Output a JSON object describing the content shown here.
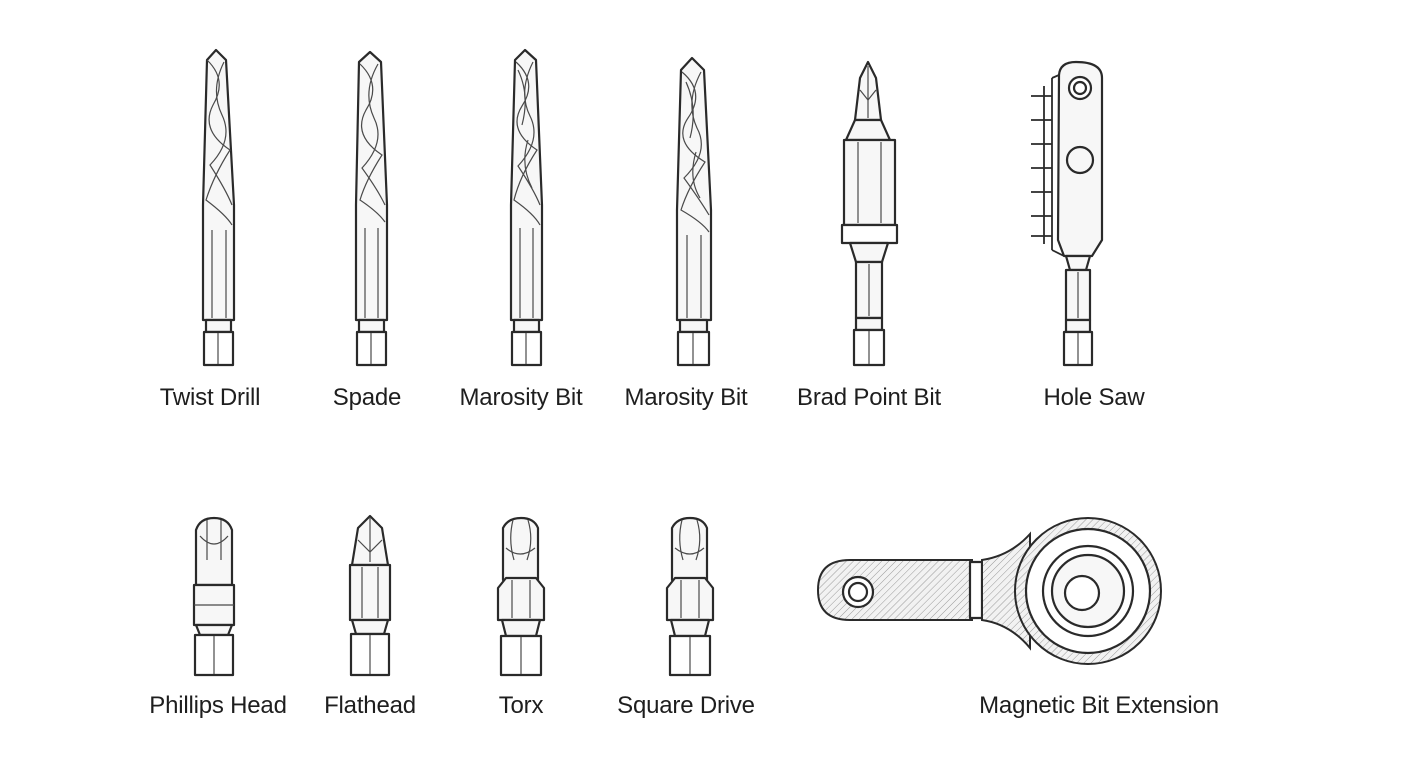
{
  "items": [
    {
      "id": "twist-drill",
      "label": "Twist Drill",
      "kind": "drill",
      "icon": "twist-drill-icon"
    },
    {
      "id": "spade",
      "label": "Spade",
      "kind": "drill",
      "icon": "spade-bit-icon"
    },
    {
      "id": "marosity-bit-1",
      "label": "Marosity Bit",
      "kind": "drill",
      "icon": "masonry-bit-icon"
    },
    {
      "id": "marosity-bit-2",
      "label": "Marosity Bit",
      "kind": "drill",
      "icon": "masonry-bit-icon"
    },
    {
      "id": "brad-point-bit",
      "label": "Brad Point Bit",
      "kind": "drill",
      "icon": "brad-point-bit-icon"
    },
    {
      "id": "hole-saw",
      "label": "Hole Saw",
      "kind": "drill",
      "icon": "hole-saw-icon"
    },
    {
      "id": "phillips-head",
      "label": "Phillips Head",
      "kind": "driver",
      "icon": "phillips-bit-icon"
    },
    {
      "id": "flathead",
      "label": "Flathead",
      "kind": "driver",
      "icon": "flathead-bit-icon"
    },
    {
      "id": "torx",
      "label": "Torx",
      "kind": "driver",
      "icon": "torx-bit-icon"
    },
    {
      "id": "square-drive",
      "label": "Square Drive",
      "kind": "driver",
      "icon": "square-drive-bit-icon"
    },
    {
      "id": "magnetic-bit-extension",
      "label": "Magnetic Bit Extension",
      "kind": "accessory",
      "icon": "magnetic-bit-extension-icon"
    }
  ],
  "colors": {
    "line": "#2a2a2a",
    "fill": "#f7f7f7",
    "text": "#1e1e1e",
    "background": "#ffffff"
  }
}
